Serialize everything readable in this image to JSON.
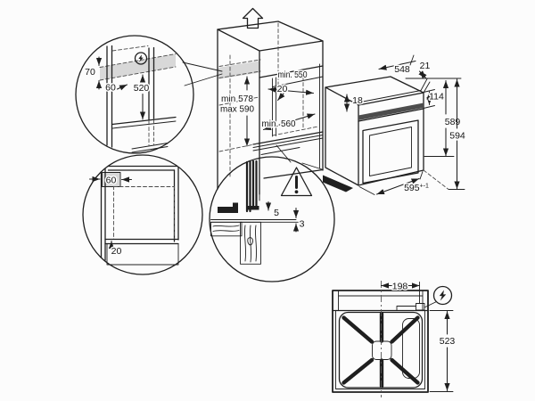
{
  "colors": {
    "background": "#fcfcfc",
    "ink": "#1f1f1f",
    "shade": "#d8d8d8"
  },
  "icons": {
    "mains": "lightning-bolt-in-circle",
    "caution": "warning-triangle-exclamation",
    "direction": "hollow-arrow-up"
  },
  "detail_recess": {
    "height": "70",
    "depth": "60",
    "drop": "520"
  },
  "detail_plan": {
    "recess_width": "60",
    "front_strip": "20"
  },
  "cabinet": {
    "niche_width": "min. 550",
    "vent_gap": "20",
    "niche_height_min": "min 578",
    "niche_height_max": "max 590",
    "niche_depth": "min. 560"
  },
  "detail_gap": {
    "top_gap": "5",
    "bottom_gap": "3"
  },
  "oven": {
    "depth": "548",
    "door_depth": "21",
    "top_inset": "18",
    "front_height": "114",
    "height_rear": "589",
    "height_front": "594",
    "width": "595",
    "width_tolerance": "+-1"
  },
  "rear": {
    "connection_offset": "198",
    "connection_drop": "523"
  }
}
